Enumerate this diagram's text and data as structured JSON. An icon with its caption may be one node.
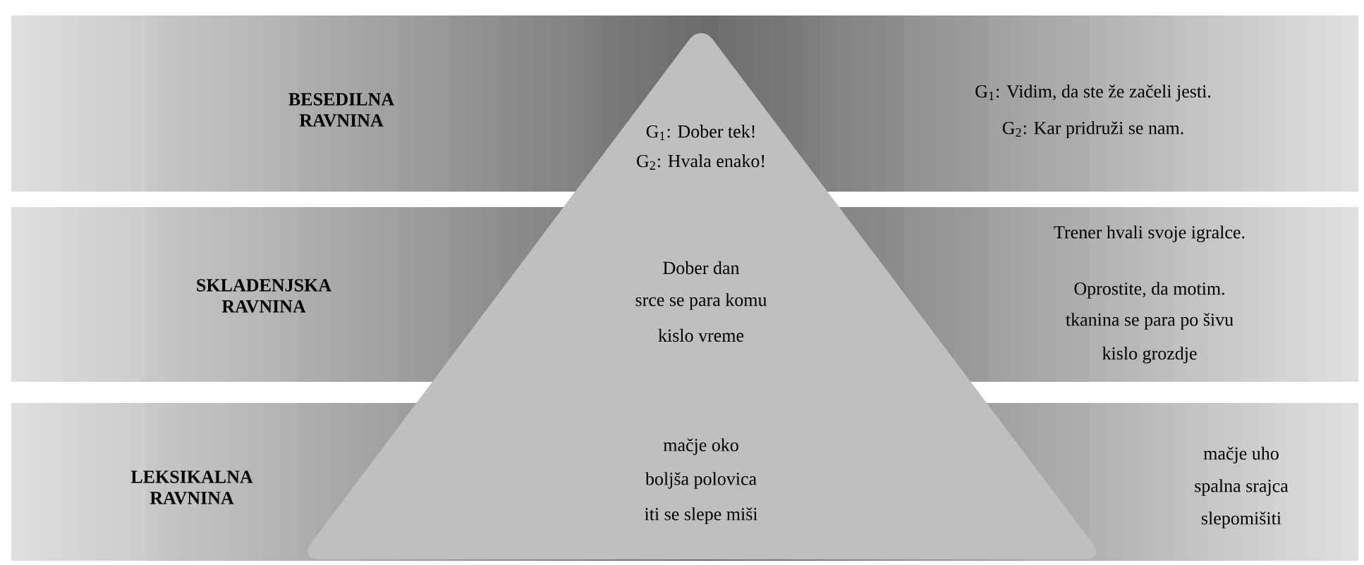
{
  "diagram": {
    "nodes": [
      {
        "text": [
          "BESEDILNA RAVNINA",
          "G$_{1}$: Dober tek!",
          "G$_{2}$: Hvala enako!",
          "G$_{1}$: Vidim, da ste že začeli jesti.",
          "G$_{2}$: Kar pridruži se nam."
        ]
      },
      {
        "text": [
          "SKLADENJSKA RAVNINA",
          "Dober dan",
          "srce se para komu",
          "kislo vreme",
          "Trener hvali svoje igralce.",
          "Oprostite, da motim.",
          "tkanina se para po šivu",
          "kislo grozdje"
        ]
      },
      {
        "text": [
          "LEKSIKALNA RAVNINA",
          "mačje oko",
          "boljša polovica",
          "iti se slepe miši",
          "mačje uho",
          "spalna srajca",
          "slepomišiti"
        ]
      },
      {
        "text": [],
        "shape": "triangle"
      }
    ]
  }
}
